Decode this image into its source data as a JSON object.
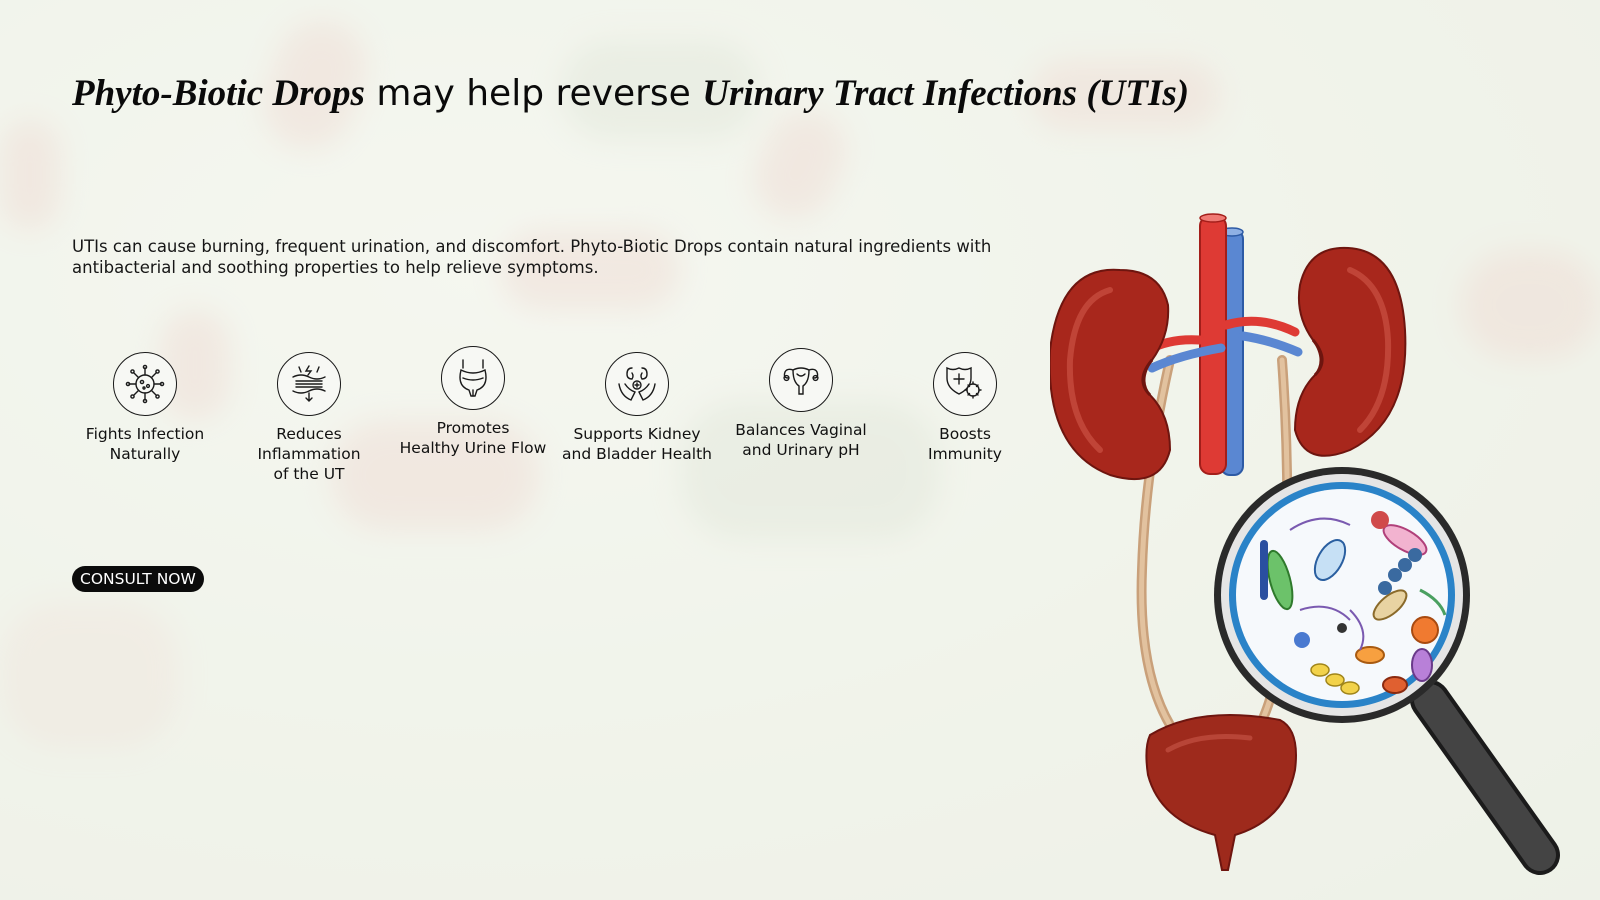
{
  "hero": {
    "title_part1": "Phyto-Biotic Drops",
    "title_part2": " may help reverse ",
    "title_part3": "Urinary Tract Infections (UTIs)",
    "description": "UTIs can cause burning, frequent urination, and discomfort. Phyto-Biotic Drops contain natural ingredients with antibacterial and soothing properties to help relieve symptoms."
  },
  "benefits": [
    {
      "icon": "virus-icon",
      "line1": "Fights Infection",
      "line2": "Naturally",
      "line3": ""
    },
    {
      "icon": "inflammation-icon",
      "line1": "Reduces",
      "line2": "Inflammation",
      "line3": "of the UT"
    },
    {
      "icon": "bladder-icon",
      "line1": "Promotes",
      "line2": "Healthy Urine Flow",
      "line3": ""
    },
    {
      "icon": "kidney-hands-icon",
      "line1": "Supports Kidney",
      "line2": "and Bladder Health",
      "line3": ""
    },
    {
      "icon": "uterus-icon",
      "line1": "Balances Vaginal",
      "line2": "and Urinary pH",
      "line3": ""
    },
    {
      "icon": "shield-immunity-icon",
      "line1": "Boosts",
      "line2": "Immunity",
      "line3": ""
    }
  ],
  "cta": {
    "label": "CONSULT NOW"
  },
  "colors": {
    "kidney": "#a8271c",
    "artery": "#d9302c",
    "vein": "#4a78c8",
    "ureter": "#d8b48f",
    "lens_ring": "#2a83c8",
    "handle": "#3a3a3a"
  }
}
